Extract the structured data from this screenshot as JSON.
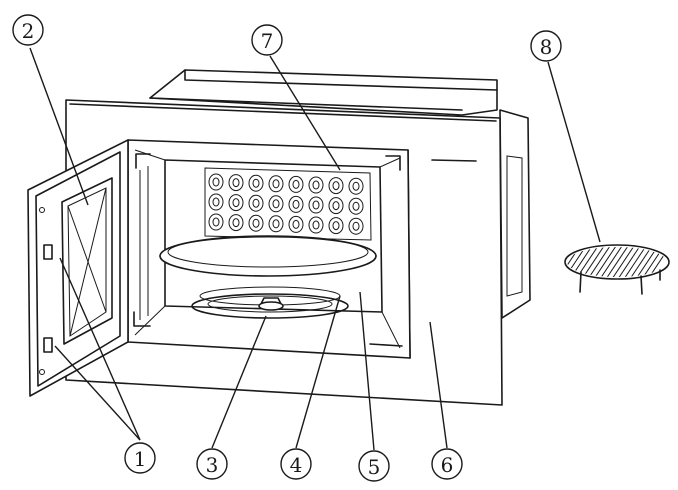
{
  "callouts": [
    {
      "id": "c1",
      "label": "1"
    },
    {
      "id": "c2",
      "label": "2"
    },
    {
      "id": "c3",
      "label": "3"
    },
    {
      "id": "c4",
      "label": "4"
    },
    {
      "id": "c5",
      "label": "5"
    },
    {
      "id": "c6",
      "label": "6"
    },
    {
      "id": "c7",
      "label": "7"
    },
    {
      "id": "c8",
      "label": "8"
    }
  ],
  "colors": {
    "ink": "#1a1a1a",
    "paper": "#ffffff"
  }
}
